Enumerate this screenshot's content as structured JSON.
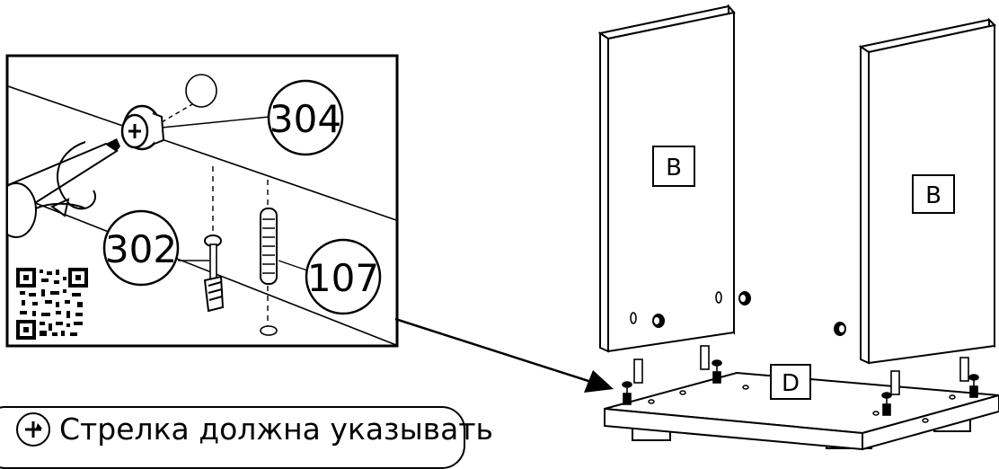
{
  "callouts": {
    "part_304": "304",
    "part_302": "302",
    "part_107": "107"
  },
  "panels": {
    "left_label": "B",
    "right_label": "B",
    "base_label": "D"
  },
  "note": {
    "text": "Стрелка должна указывать",
    "icon": "cam-lock-arrow-icon"
  },
  "colors": {
    "line": "#000000",
    "panel_fill": "#ffffff",
    "edge_shade": "#e6e6e6"
  }
}
